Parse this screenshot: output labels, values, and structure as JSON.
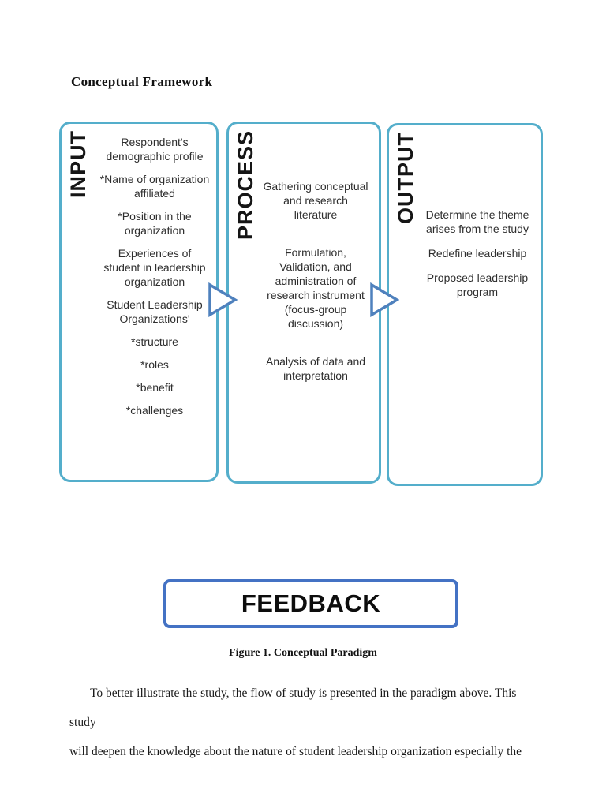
{
  "page": {
    "heading": "Conceptual Framework",
    "caption": "Figure 1. Conceptual Paradigm",
    "paragraph_line1": "To better illustrate the study, the flow of study is presented in the paradigm above. This study",
    "paragraph_line2": "will deepen the knowledge about the nature of student leadership organization especially the"
  },
  "diagram": {
    "boxes": [
      {
        "label": "INPUT",
        "items": [
          "Respondent's demographic profile",
          "*Name of organization affiliated",
          "*Position in the organization",
          "Experiences of student in leadership organization",
          "Student Leadership Organizations'",
          "*structure",
          "*roles",
          "*benefit",
          "*challenges"
        ]
      },
      {
        "label": "PROCESS",
        "items": [
          "Gathering conceptual and research literature",
          "Formulation, Validation, and administration of research instrument (focus-group discussion)",
          "Analysis of data and interpretation"
        ]
      },
      {
        "label": "OUTPUT",
        "items": [
          "Determine the theme arises from the study",
          "Redefine leadership",
          "Proposed leadership program"
        ]
      }
    ],
    "feedback_label": "FEEDBACK",
    "colors": {
      "box_border": "#54aecb",
      "arrow": "#4f81bd",
      "feedback_border": "#4472c4"
    }
  }
}
